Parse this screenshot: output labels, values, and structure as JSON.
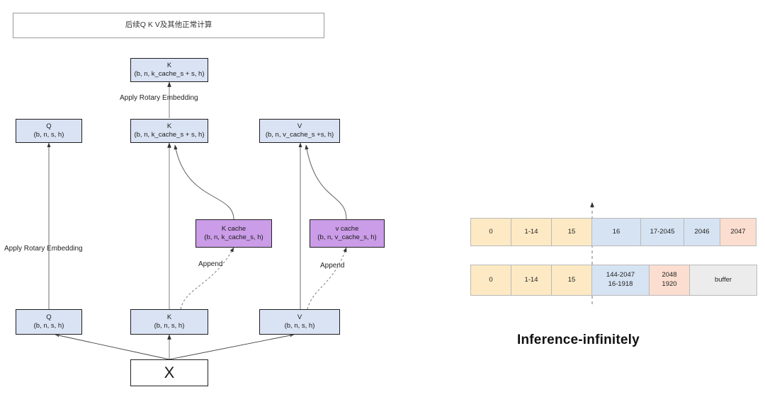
{
  "diagram": {
    "title_box": {
      "text": "后续Q K V及其他正常计算"
    },
    "nodes": {
      "k_top": {
        "line1": "K",
        "line2": "(b, n, k_cache_s + s, h)"
      },
      "q_mid": {
        "line1": "Q",
        "line2": "(b, n, s, h)"
      },
      "k_mid": {
        "line1": "K",
        "line2": "(b, n, k_cache_s + s, h)"
      },
      "v_mid": {
        "line1": "V",
        "line2": "(b, n, v_cache_s +s, h)"
      },
      "k_cache": {
        "line1": "K cache",
        "line2": "(b, n, k_cache_s, h)"
      },
      "v_cache": {
        "line1": "v cache",
        "line2": "(b, n, v_cache_s, h)"
      },
      "q_bot": {
        "line1": "Q",
        "line2": "(b, n, s, h)"
      },
      "k_bot": {
        "line1": "K",
        "line2": "(b, n, s, h)"
      },
      "v_bot": {
        "line1": "V",
        "line2": "(b, n, s, h)"
      },
      "x_box": {
        "line1": "X"
      }
    },
    "edge_labels": {
      "rotary_top": "Apply Rotary Embedding",
      "rotary_left": "Apply Rotary Embedding",
      "append_k": "Append",
      "append_v": "Append"
    }
  },
  "inference_panel": {
    "caption": "Inference-infinitely",
    "rows": [
      {
        "name": "row-top",
        "cells": [
          {
            "lines": [
              "0"
            ],
            "color": "c-yellow",
            "width": 58
          },
          {
            "lines": [
              "1-14"
            ],
            "color": "c-yellow",
            "width": 58
          },
          {
            "lines": [
              "15"
            ],
            "color": "c-yellow",
            "width": 58
          },
          {
            "lines": [
              "16"
            ],
            "color": "c-blue",
            "width": 70
          },
          {
            "lines": [
              "17-2045"
            ],
            "color": "c-blue",
            "width": 62
          },
          {
            "lines": [
              "2046"
            ],
            "color": "c-blue",
            "width": 52
          },
          {
            "lines": [
              "2047"
            ],
            "color": "c-peach",
            "width": 52
          }
        ]
      },
      {
        "name": "row-bottom",
        "cells": [
          {
            "lines": [
              "0"
            ],
            "color": "c-yellow",
            "width": 58
          },
          {
            "lines": [
              "1-14"
            ],
            "color": "c-yellow",
            "width": 58
          },
          {
            "lines": [
              "15"
            ],
            "color": "c-yellow",
            "width": 58
          },
          {
            "lines": [
              "144-2047",
              "16-1918"
            ],
            "color": "c-blue",
            "width": 82
          },
          {
            "lines": [
              "2048",
              "1920"
            ],
            "color": "c-peach",
            "width": 58
          },
          {
            "lines": [
              "buffer"
            ],
            "color": "c-gray",
            "width": 96
          }
        ]
      }
    ]
  },
  "colors": {
    "node_blue": "#dae3f3",
    "node_purple": "#cb9ce8",
    "cell_yellow": "#fdeac4",
    "cell_blue": "#d6e3f2",
    "cell_peach": "#fbded0",
    "cell_gray": "#ececec",
    "stroke": "#1f1f1f"
  }
}
